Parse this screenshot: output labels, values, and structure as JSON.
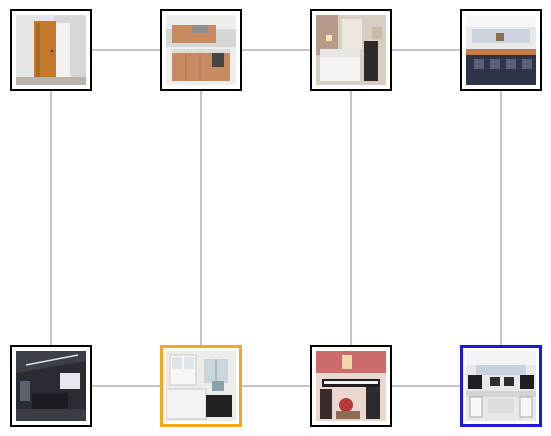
{
  "graph": {
    "edge_color": "#888888",
    "selection_colors": {
      "orange": "#f5a623",
      "blue": "#1a1adf"
    },
    "nodes": [
      {
        "id": "n1",
        "scene": "doorway",
        "selected": false
      },
      {
        "id": "n2",
        "scene": "kitchen",
        "selected": false
      },
      {
        "id": "n3",
        "scene": "bedroom",
        "selected": false
      },
      {
        "id": "n4",
        "scene": "office-cubicles",
        "selected": false
      },
      {
        "id": "n5",
        "scene": "dark-meeting-room",
        "selected": false
      },
      {
        "id": "n6",
        "scene": "kitchenette",
        "selected": true,
        "highlight": "orange"
      },
      {
        "id": "n7",
        "scene": "music-studio",
        "selected": false
      },
      {
        "id": "n8",
        "scene": "computer-lab",
        "selected": true,
        "highlight": "blue"
      }
    ],
    "edges": [
      [
        "n1",
        "n2"
      ],
      [
        "n2",
        "n3"
      ],
      [
        "n3",
        "n4"
      ],
      [
        "n5",
        "n6"
      ],
      [
        "n6",
        "n7"
      ],
      [
        "n7",
        "n8"
      ],
      [
        "n1",
        "n5"
      ],
      [
        "n2",
        "n6"
      ],
      [
        "n3",
        "n7"
      ],
      [
        "n4",
        "n8"
      ]
    ]
  }
}
